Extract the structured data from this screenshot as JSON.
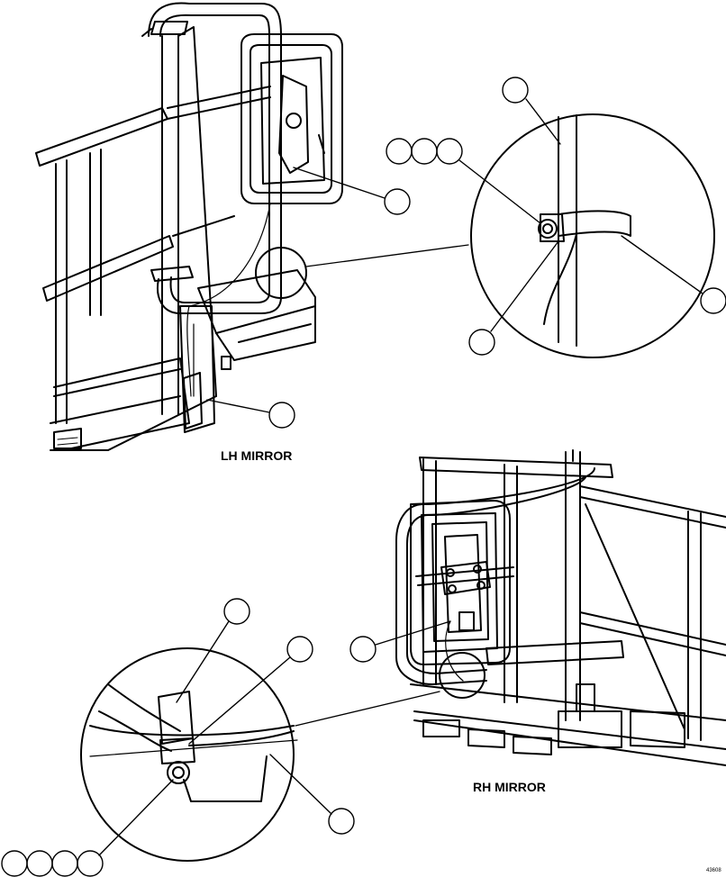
{
  "labels": {
    "lh_mirror": "LH MIRROR",
    "rh_mirror": "RH MIRROR"
  },
  "figure_number": "43608",
  "callouts": {
    "lh": [
      "",
      "",
      "",
      "",
      "",
      "",
      "",
      ""
    ],
    "rh": [
      "",
      "",
      "",
      "",
      "",
      "",
      "",
      "",
      ""
    ]
  },
  "colors": {
    "ink": "#000000",
    "paper": "#ffffff"
  }
}
